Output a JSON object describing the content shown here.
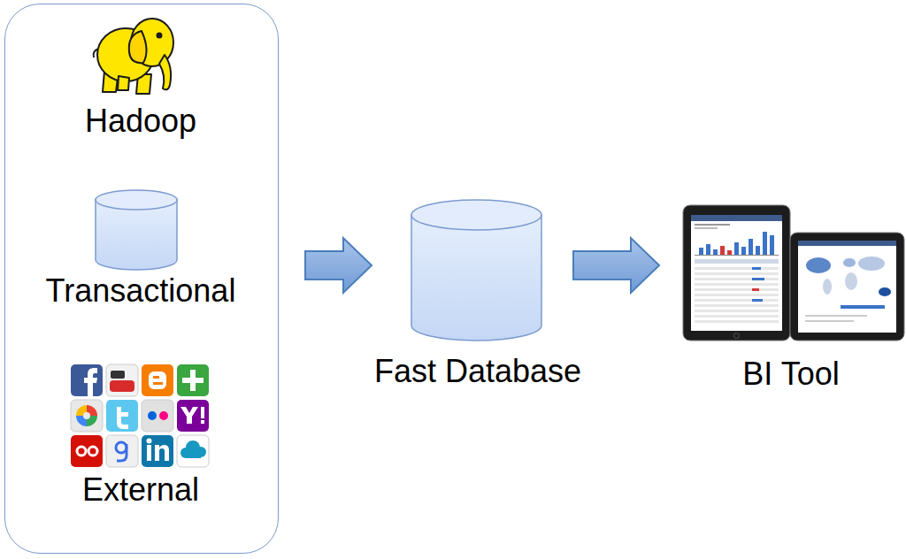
{
  "diagram": {
    "nodes": [
      {
        "text": []
      },
      {
        "text": [
          "Hadoop"
        ],
        "in": 0
      },
      {
        "text": [
          "Transactional"
        ],
        "in": 0
      },
      {
        "text": [
          "External"
        ],
        "in": 0
      },
      {
        "text": [
          "Fast Database"
        ]
      },
      {
        "text": [
          "BI Tool"
        ]
      }
    ],
    "edges": [
      {
        "from": 0,
        "to": 4,
        "arrow": "to"
      },
      {
        "from": 4,
        "to": 5,
        "arrow": "to"
      }
    ]
  }
}
